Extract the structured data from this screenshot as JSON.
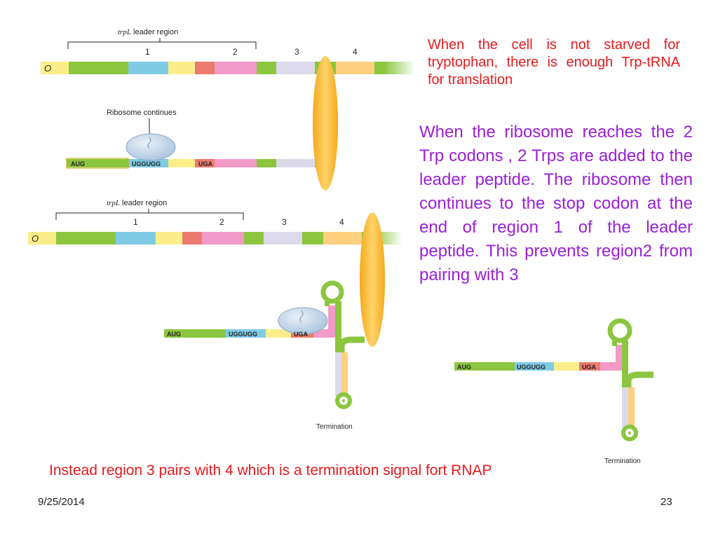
{
  "diagram": {
    "top": {
      "leader_label_italic": "trpL",
      "leader_label_rest": " leader region",
      "operator": "O",
      "regions": [
        "1",
        "2",
        "3",
        "4"
      ],
      "ribosome_label": "Ribosome continues",
      "codons": [
        "AUG",
        "UGGUGG",
        "UGA"
      ]
    },
    "middle": {
      "leader_label_italic": "trpL",
      "leader_label_rest": " leader region",
      "operator": "O",
      "regions": [
        "1",
        "2",
        "3",
        "4"
      ],
      "codons": [
        "AUG",
        "UGGUGG",
        "UGA"
      ],
      "termination_label": "Termination"
    },
    "right": {
      "codons": [
        "AUG",
        "UGGUGG",
        "UGA"
      ],
      "termination_label": "Termination"
    }
  },
  "notes": {
    "red": "When the cell is not starved for tryptophan, there is enough Trp-tRNA for translation",
    "purple": "When the ribosome reaches the 2 Trp codons , 2 Trps are added to the leader peptide. The ribosome then continues to the stop codon at the end of region 1 of the leader peptide. This prevents region2 from pairing with 3",
    "bottom": "Instead region 3 pairs with 4 which is a termination signal fort RNAP"
  },
  "footer": {
    "date": "9/25/2014",
    "page": "23"
  },
  "colors": {
    "green": "#8cc63f",
    "blue": "#7fcbe6",
    "yellow": "#fbee8a",
    "salmon": "#ec7a6e",
    "pink": "#f29ac8",
    "lavender": "#dcdaea",
    "orange": "#fcd07e",
    "rnap": "#f8b92a",
    "ribosome": "#c8dbec"
  }
}
